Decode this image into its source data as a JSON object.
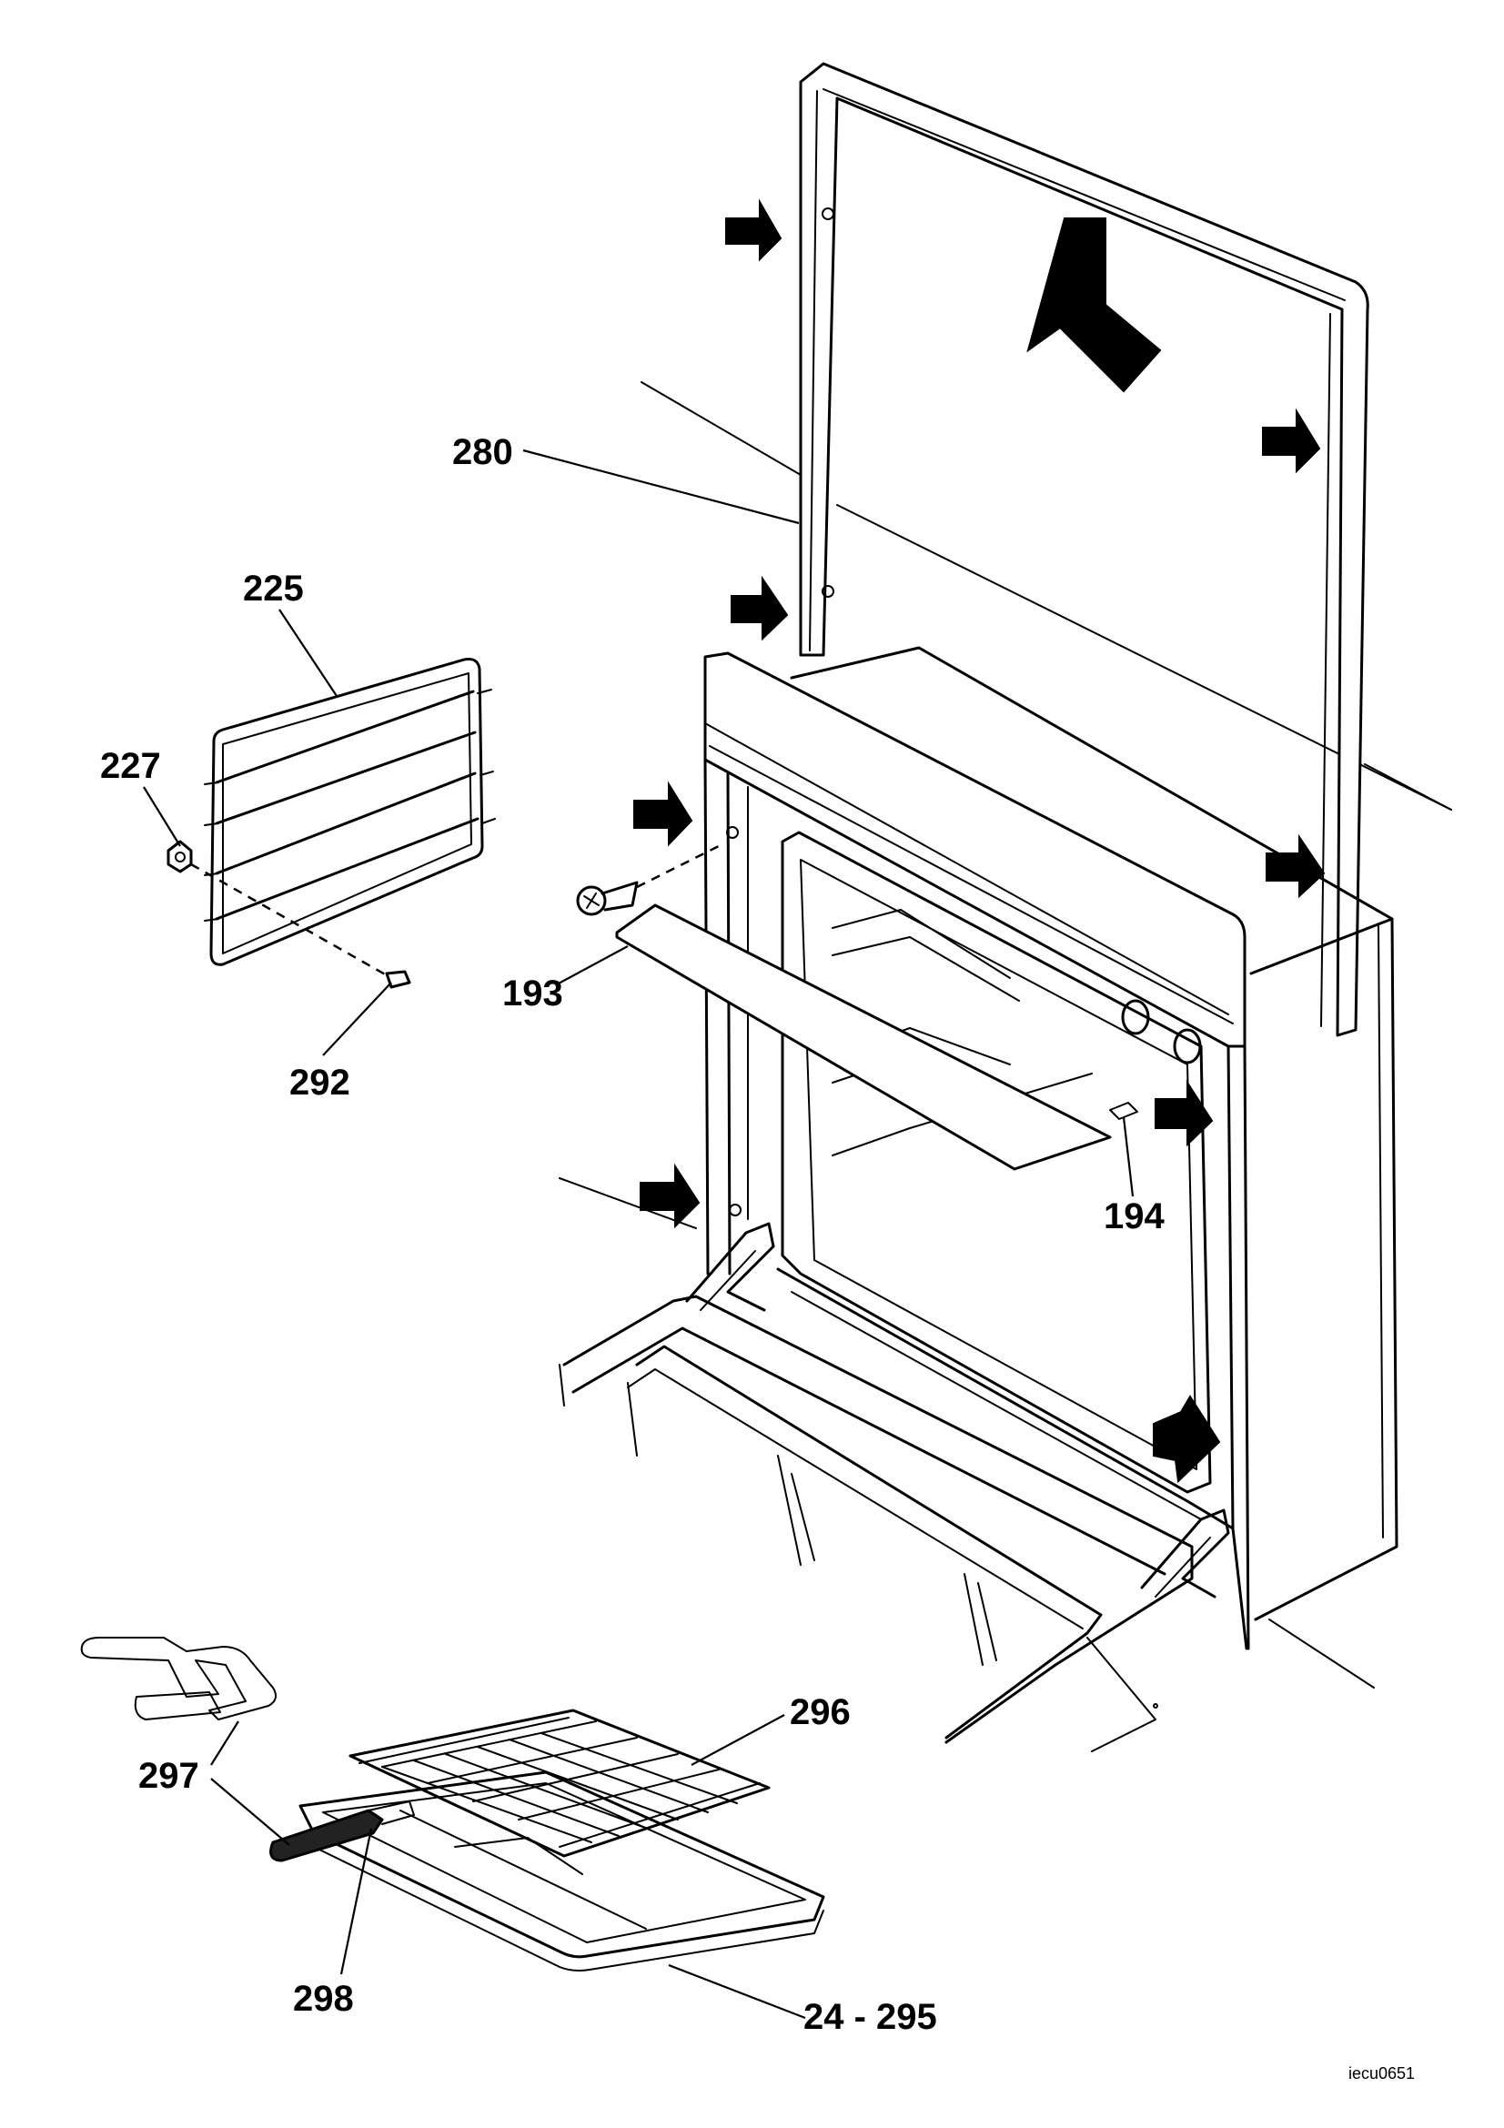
{
  "figure_code": "iecu0651",
  "part_labels": {
    "p280": "280",
    "p225": "225",
    "p227": "227",
    "p292": "292",
    "p193": "193",
    "p194": "194",
    "p296": "296",
    "p297": "297",
    "p298": "298",
    "p24_295": "24 - 295"
  }
}
